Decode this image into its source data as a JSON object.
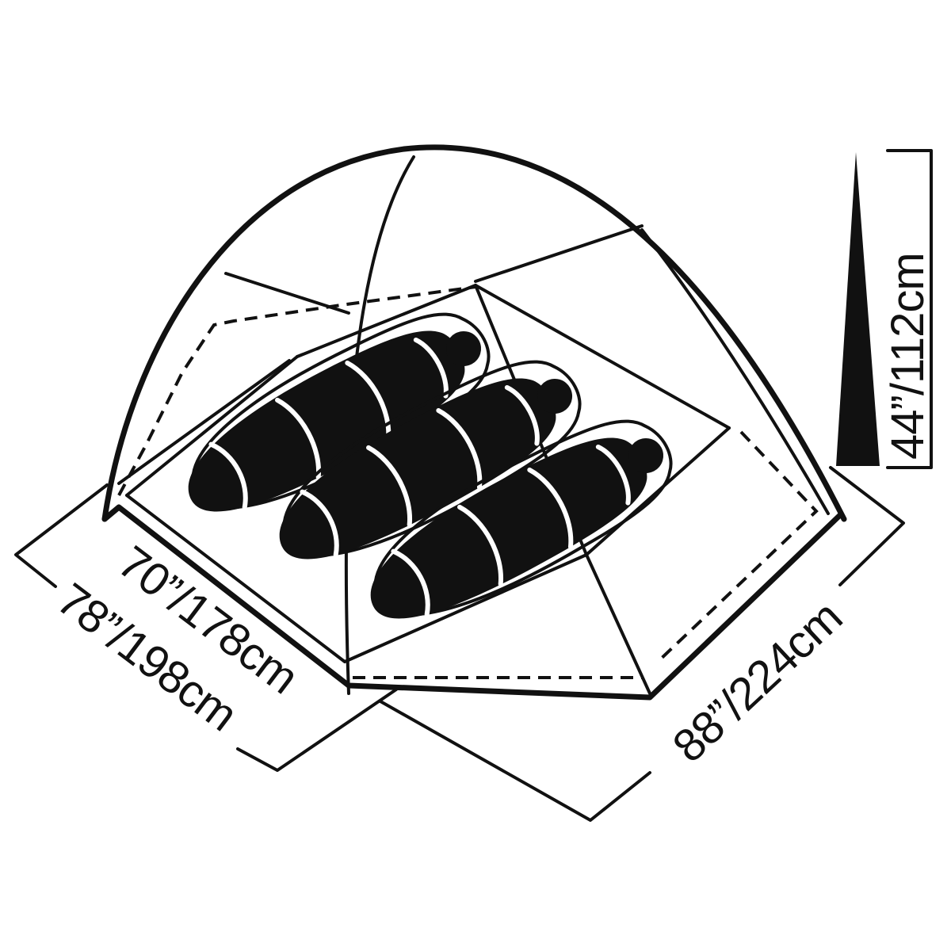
{
  "diagram": {
    "dimensions": {
      "floor_width": "70”/178cm",
      "outer_width": "78”/198cm",
      "length": "88”/224cm",
      "height": "44”/112cm"
    },
    "occupancy": 3,
    "colors": {
      "ink": "#111111",
      "background": "#ffffff"
    }
  }
}
